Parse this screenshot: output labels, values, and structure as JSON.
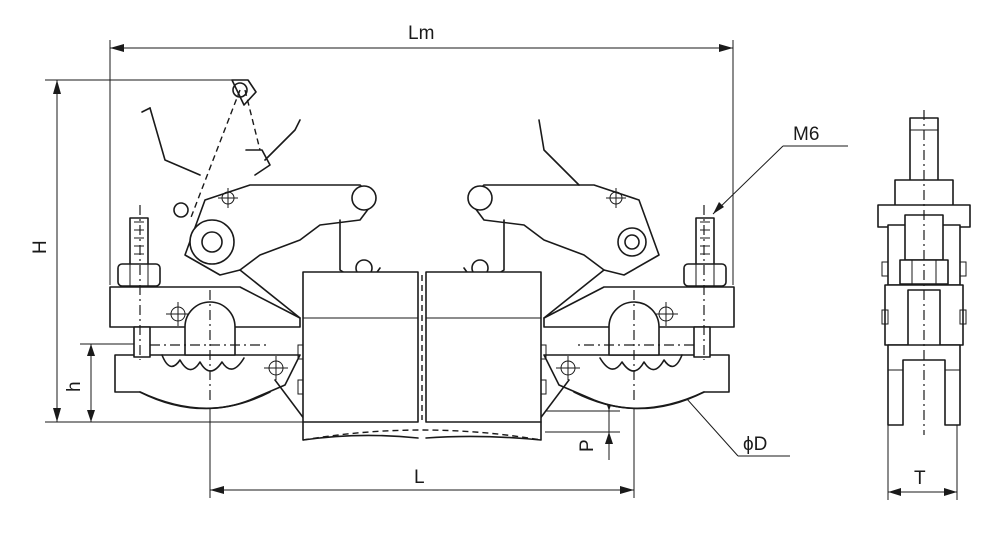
{
  "labels": {
    "overall_length": "Lm",
    "height": "H",
    "lower_height": "h",
    "center_distance": "L",
    "thread": "M6",
    "diameter": "ϕD",
    "offset": "P",
    "thickness": "T"
  }
}
